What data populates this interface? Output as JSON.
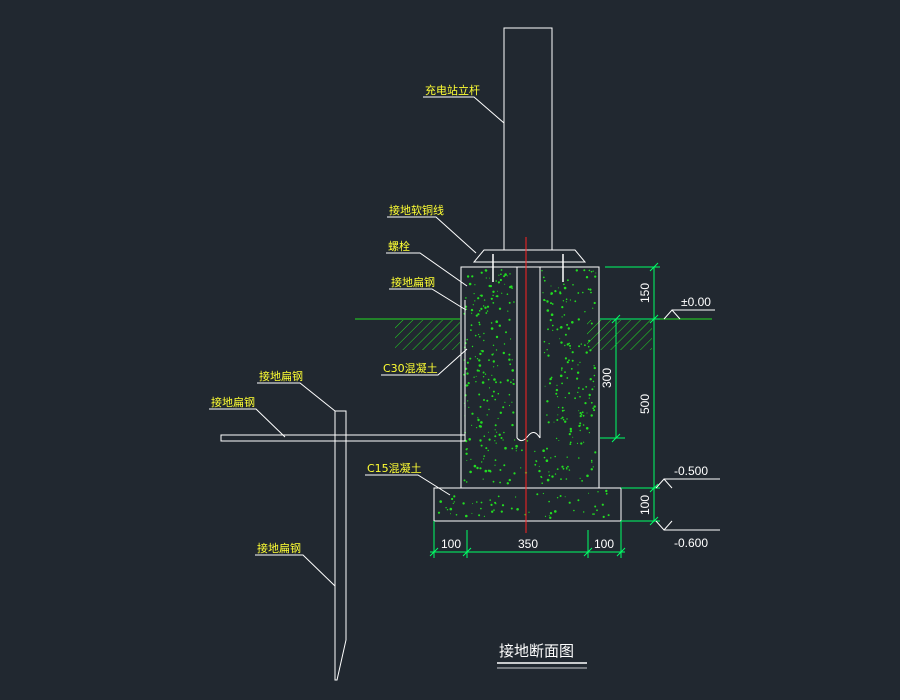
{
  "drawing": {
    "title": "接地断面图",
    "colors": {
      "background": "#212830",
      "outline": "#ffffff",
      "concrete_hatch": "#22dd22",
      "dimension": "#00ff66",
      "leader": "#ffffff",
      "label_text": "#ffff33",
      "centerline": "#ff2222"
    },
    "labels": {
      "pole": "充电站立杆",
      "ground_wire": "接地软铜线",
      "bolt": "螺栓",
      "angle_steel_top": "接地扁钢",
      "c30": "C30混凝土",
      "c15": "C15混凝土",
      "flat_steel_1": "接地扁钢",
      "flat_steel_2": "接地扁钢",
      "angle_steel_bottom": "接地扁钢"
    },
    "dimensions": {
      "height_top": "150",
      "height_mid": "300",
      "height_total": "500",
      "height_base": "100",
      "width_left": "100",
      "width_mid": "350",
      "width_right": "100"
    },
    "elevations": {
      "ground": "±0.00",
      "base_top": "-0.500",
      "base_bottom": "-0.600"
    }
  }
}
